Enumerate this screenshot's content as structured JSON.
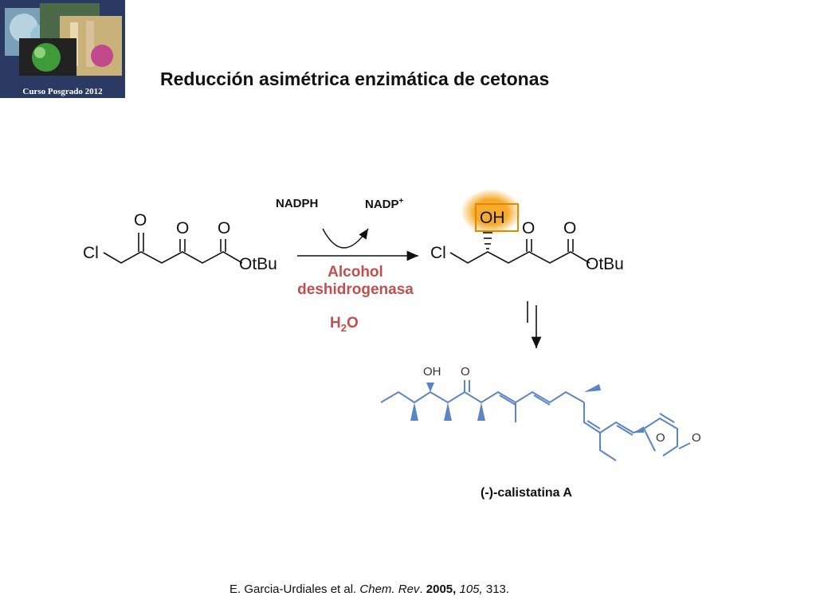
{
  "header": {
    "title": "Reducción asimétrica enzimática de cetonas",
    "logo_caption": "Curso Posgrado 2012"
  },
  "reaction": {
    "substrate_atoms": {
      "cl": "Cl",
      "o1": "O",
      "o2": "O",
      "o3": "O",
      "ester": "OtBu"
    },
    "cofactor_in": "NADPH",
    "cofactor_out": "NADP",
    "cofactor_out_charge": "+",
    "enzyme_line1": "Alcohol",
    "enzyme_line2": "deshidrogenasa",
    "solvent_h": "H",
    "solvent_sub": "2",
    "solvent_o": "O",
    "product_atoms": {
      "cl": "Cl",
      "oh": "OH",
      "o2": "O",
      "o3": "O",
      "ester": "OtBu"
    }
  },
  "target": {
    "labels": {
      "oh": "OH",
      "o_ketone": "O",
      "o_ring": "O",
      "o_lactone": "O"
    },
    "name": "(-)-calistatina A",
    "structure_color": "#5b86c5"
  },
  "citation": {
    "authors": "E. Garcia-Urdiales et al. ",
    "journal": "Chem. Rev",
    "sep": ". ",
    "year": "2005,",
    "volume": "105,",
    "pages": " 313."
  },
  "colors": {
    "highlight": "#f5a623",
    "enzyme": "#c0504d",
    "logo_bg": "#2b3a63"
  }
}
